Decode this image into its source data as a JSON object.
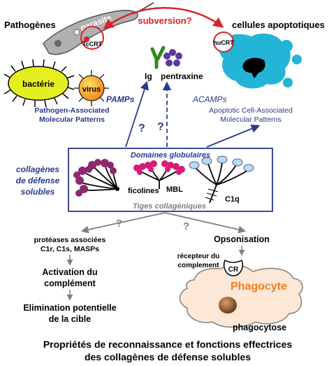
{
  "labels": {
    "pathogenes": "Pathogènes",
    "parasite": "parasite",
    "tccrt": "TcCRT",
    "subversion": "subversion?",
    "cellules_apoptotiques": "cellules apoptotiques",
    "hucrt": "huCRT",
    "ig": "Ig",
    "pentraxine": "pentraxine",
    "bacterie": "bactérie",
    "virus": "virus",
    "pamps": "PAMPs",
    "pamps_full_1": "Pathogen-Associated",
    "pamps_full_2": "Molecular Patterns",
    "acamps": "ACAMPs",
    "acamps_full_1": "Apoptotic Cell-Associated",
    "acamps_full_2": "Molecular Patterns",
    "question": "?",
    "domaines_globulaires": "Domaines globulaires",
    "collagenes_1": "collagènes",
    "collagenes_2": "de défense",
    "collagenes_3": "solubles",
    "ficolines": "ficolines",
    "mbl": "MBL",
    "c1q": "C1q",
    "tiges": "Tiges  collagéniques",
    "proteases_1": "protéases associées",
    "proteases_2": "C1r, C1s,  MASPs",
    "activation_1": "Activation du",
    "activation_2": "complément",
    "elimination_1": "Elimination potentielle",
    "elimination_2": "de la cible",
    "opsonisation": "Opsonisation",
    "recepteur_1": "récepteur du",
    "recepteur_2": "complement",
    "cr": "CR",
    "phagocyte": "Phagocyte",
    "phagocytose": "phagocytose",
    "footer_1": "Propriétés de reconnaissance et fonctions effectrices",
    "footer_2": "des collagènes de défense solubles"
  },
  "colors": {
    "navy": "#2a3a8c",
    "red": "#d8232a",
    "green": "#2e8b1e",
    "purple": "#5b3a99",
    "cyan": "#23b5d8",
    "yellow": "#e6ef1e",
    "orange": "#f08a1e",
    "pink": "#d81b78",
    "plum": "#8a2a6e",
    "lightblue": "#b9dcec",
    "phagocyte_fill": "#fde7d6",
    "phagocyte_text": "#f07f1f",
    "gray": "#808080"
  }
}
